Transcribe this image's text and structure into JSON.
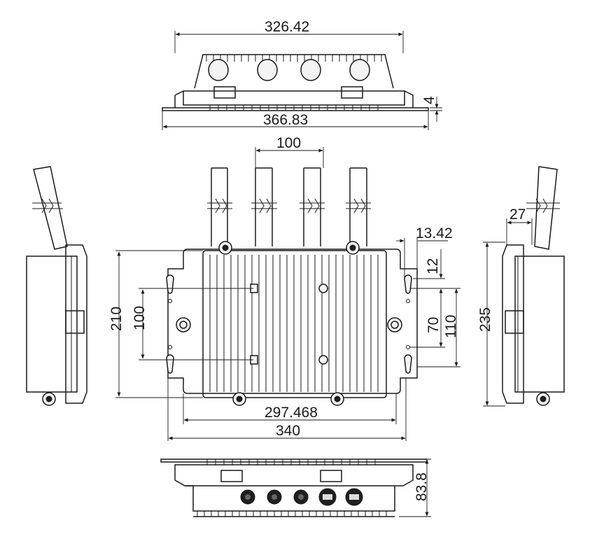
{
  "drawing": {
    "dimensions": {
      "top_width": "326.42",
      "top_base_width": "366.83",
      "top_flange_thickness": "4",
      "antenna_pitch": "100",
      "side_offset": "27",
      "hole_offset": "13.42",
      "front_height": "210",
      "mount_spacing": "100",
      "hole_top_gap": "12",
      "hole_pitch_70": "70",
      "hole_pitch_110": "110",
      "side_height": "235",
      "body_width": "297.468",
      "overall_width": "340",
      "bottom_height": "83.8"
    }
  }
}
